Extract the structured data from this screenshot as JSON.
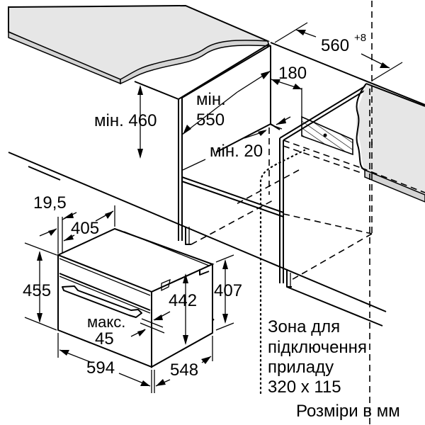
{
  "diagram": {
    "title": "Installation dimensions – built-in compact oven in tall cabinet",
    "units_note": "Розміри в мм",
    "cabinet_dimensions": {
      "min_height": "мін. 460",
      "min_depth_line1": "мін.",
      "min_depth_line2": "550",
      "min_gap": "мін. 20",
      "rear_gap": "180",
      "niche_width_value": "560",
      "niche_width_tolerance": "+8"
    },
    "appliance_dimensions": {
      "front_panel_offset": "19,5",
      "top_depth": "405",
      "front_height": "455",
      "body_height": "442",
      "side_height": "407",
      "front_width": "594",
      "body_depth": "548",
      "max_label": "макс.",
      "max_value": "45"
    },
    "connection_zone": {
      "line1": "Зона для",
      "line2": "підключення",
      "line3": "приладу",
      "line4": "320 x 115"
    },
    "colors": {
      "line": "#000000",
      "countertop": "#e6e6e6",
      "background": "#ffffff"
    }
  }
}
